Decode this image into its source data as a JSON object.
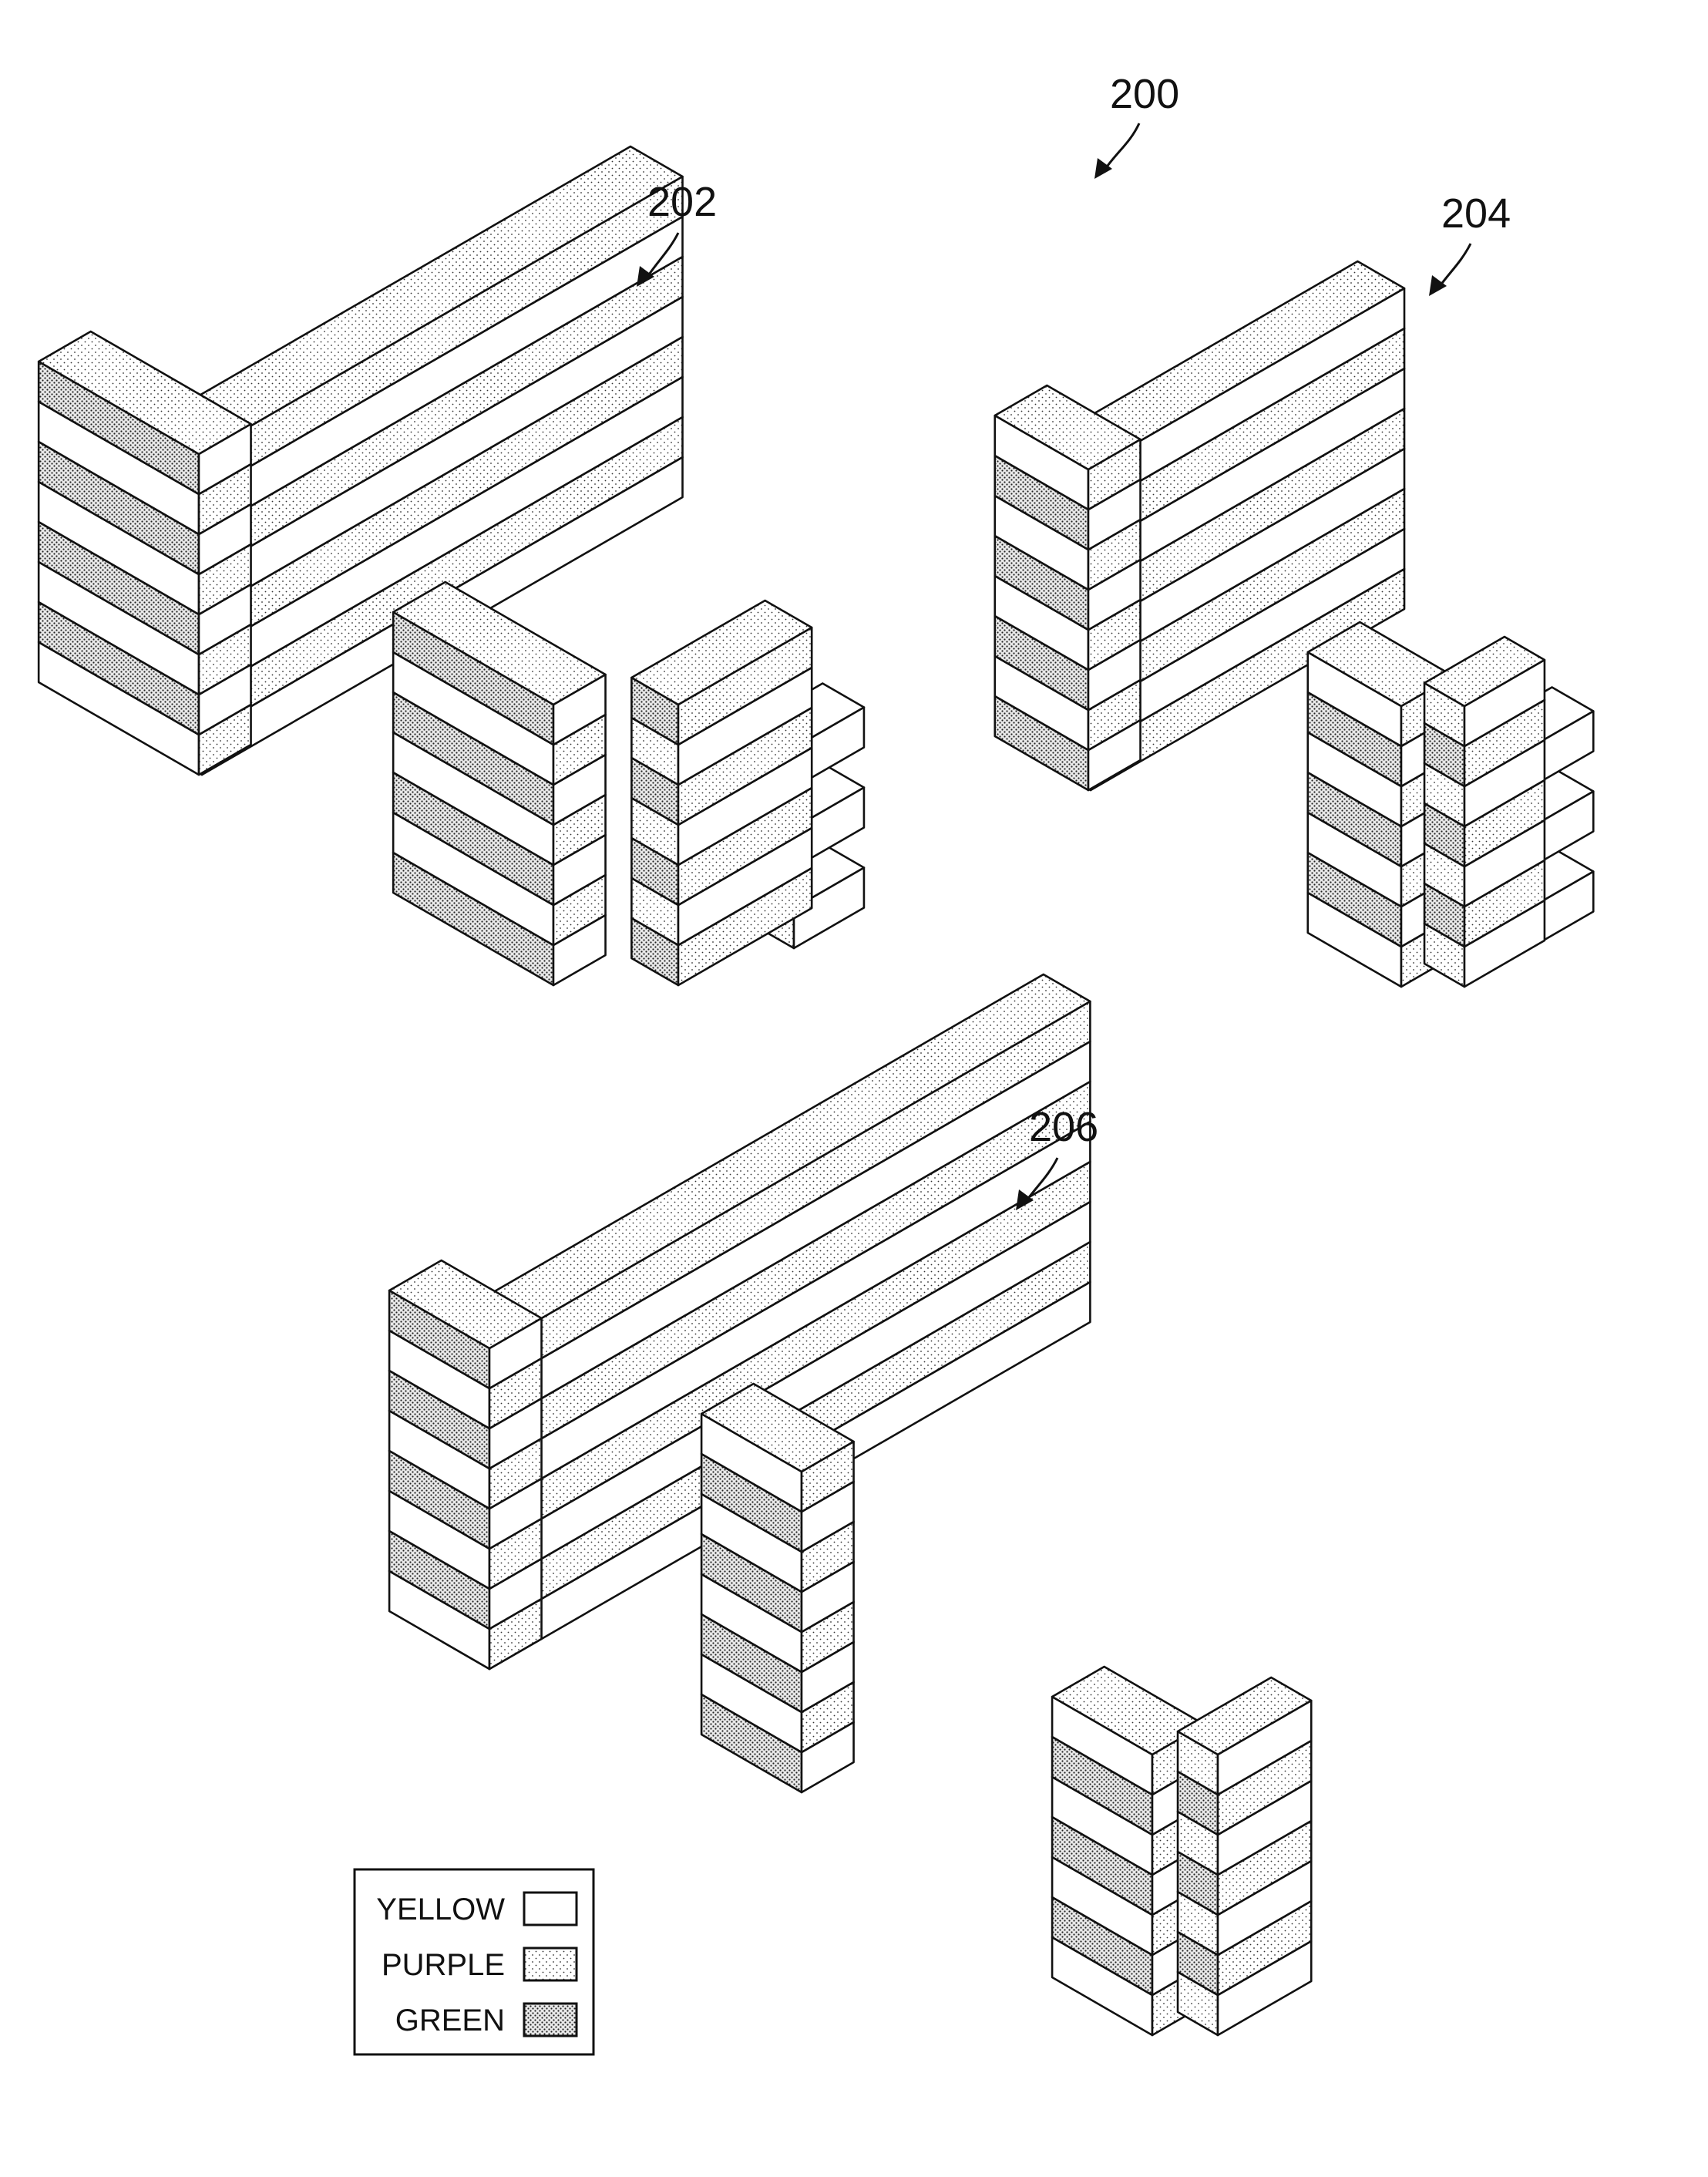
{
  "figure": {
    "refs": {
      "overall": "200",
      "wall_a": "202",
      "wall_b": "204",
      "wall_c": "206"
    },
    "legend": {
      "items": [
        {
          "label": "YELLOW",
          "fill": "plain"
        },
        {
          "label": "PURPLE",
          "fill": "light-dots"
        },
        {
          "label": "GREEN",
          "fill": "dense-dots"
        }
      ]
    },
    "colors": {
      "line": "#111111",
      "background": "#ffffff"
    },
    "structures": [
      {
        "ref": "202",
        "courses": 8,
        "layout": "offset H-wall with protruding brick stubs"
      },
      {
        "ref": "204",
        "courses": 8,
        "layout": "compact H-wall with protruding brick stubs"
      },
      {
        "ref": "206",
        "courses": 8,
        "layout": "long wall with three cross walls and protruding brick stubs"
      }
    ]
  }
}
